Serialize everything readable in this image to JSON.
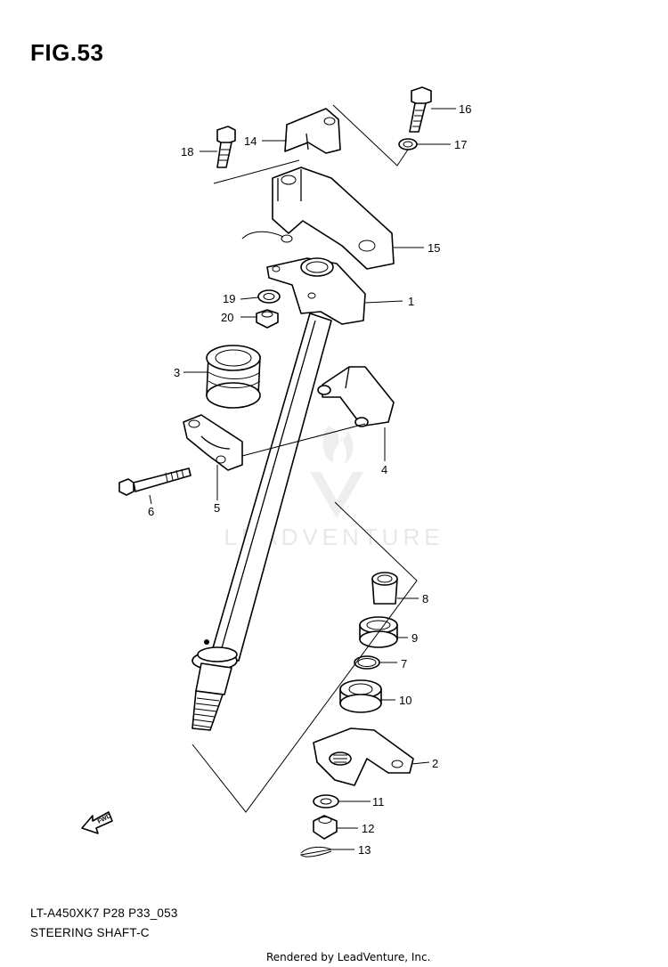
{
  "figure": {
    "title": "FIG.53",
    "model_line": "LT-A450XK7 P28 P33_053",
    "name": "STEERING SHAFT-C",
    "credit": "Rendered by LeadVenture, Inc.",
    "watermark": "LEADVENTURE",
    "fwd_label": "FWD"
  },
  "callouts": [
    {
      "id": "1",
      "text": "1"
    },
    {
      "id": "2",
      "text": "2"
    },
    {
      "id": "3",
      "text": "3"
    },
    {
      "id": "4",
      "text": "4"
    },
    {
      "id": "5",
      "text": "5"
    },
    {
      "id": "6",
      "text": "6"
    },
    {
      "id": "7",
      "text": "7"
    },
    {
      "id": "8",
      "text": "8"
    },
    {
      "id": "9",
      "text": "9"
    },
    {
      "id": "10",
      "text": "10"
    },
    {
      "id": "11",
      "text": "11"
    },
    {
      "id": "12",
      "text": "12"
    },
    {
      "id": "13",
      "text": "13"
    },
    {
      "id": "14",
      "text": "14"
    },
    {
      "id": "15",
      "text": "15"
    },
    {
      "id": "16",
      "text": "16"
    },
    {
      "id": "17",
      "text": "17"
    },
    {
      "id": "18",
      "text": "18"
    },
    {
      "id": "19",
      "text": "19"
    },
    {
      "id": "20",
      "text": "20"
    }
  ]
}
